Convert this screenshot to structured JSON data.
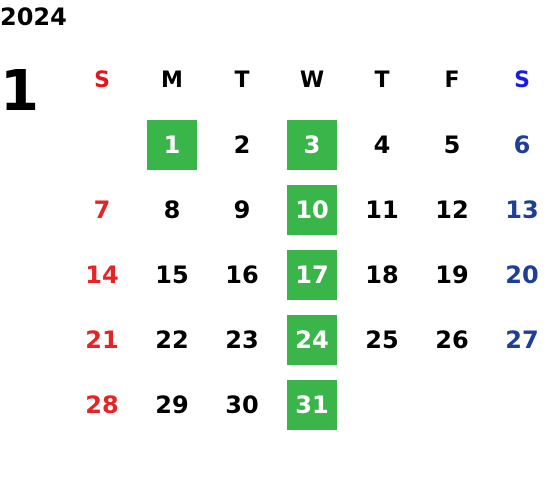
{
  "calendar": {
    "year": "2024",
    "month": "1",
    "weekdays": [
      "S",
      "M",
      "T",
      "W",
      "T",
      "F",
      "S"
    ],
    "highlight_color": "#39b54a",
    "sunday_color": "#e52525",
    "saturday_color": "#1f3f94",
    "start_offset": 1,
    "days": [
      "1",
      "2",
      "3",
      "4",
      "5",
      "6",
      "7",
      "8",
      "9",
      "10",
      "11",
      "12",
      "13",
      "14",
      "15",
      "16",
      "17",
      "18",
      "19",
      "20",
      "21",
      "22",
      "23",
      "24",
      "25",
      "26",
      "27",
      "28",
      "29",
      "30",
      "31"
    ],
    "highlighted_days": [
      "1",
      "3",
      "10",
      "17",
      "24",
      "31"
    ]
  }
}
